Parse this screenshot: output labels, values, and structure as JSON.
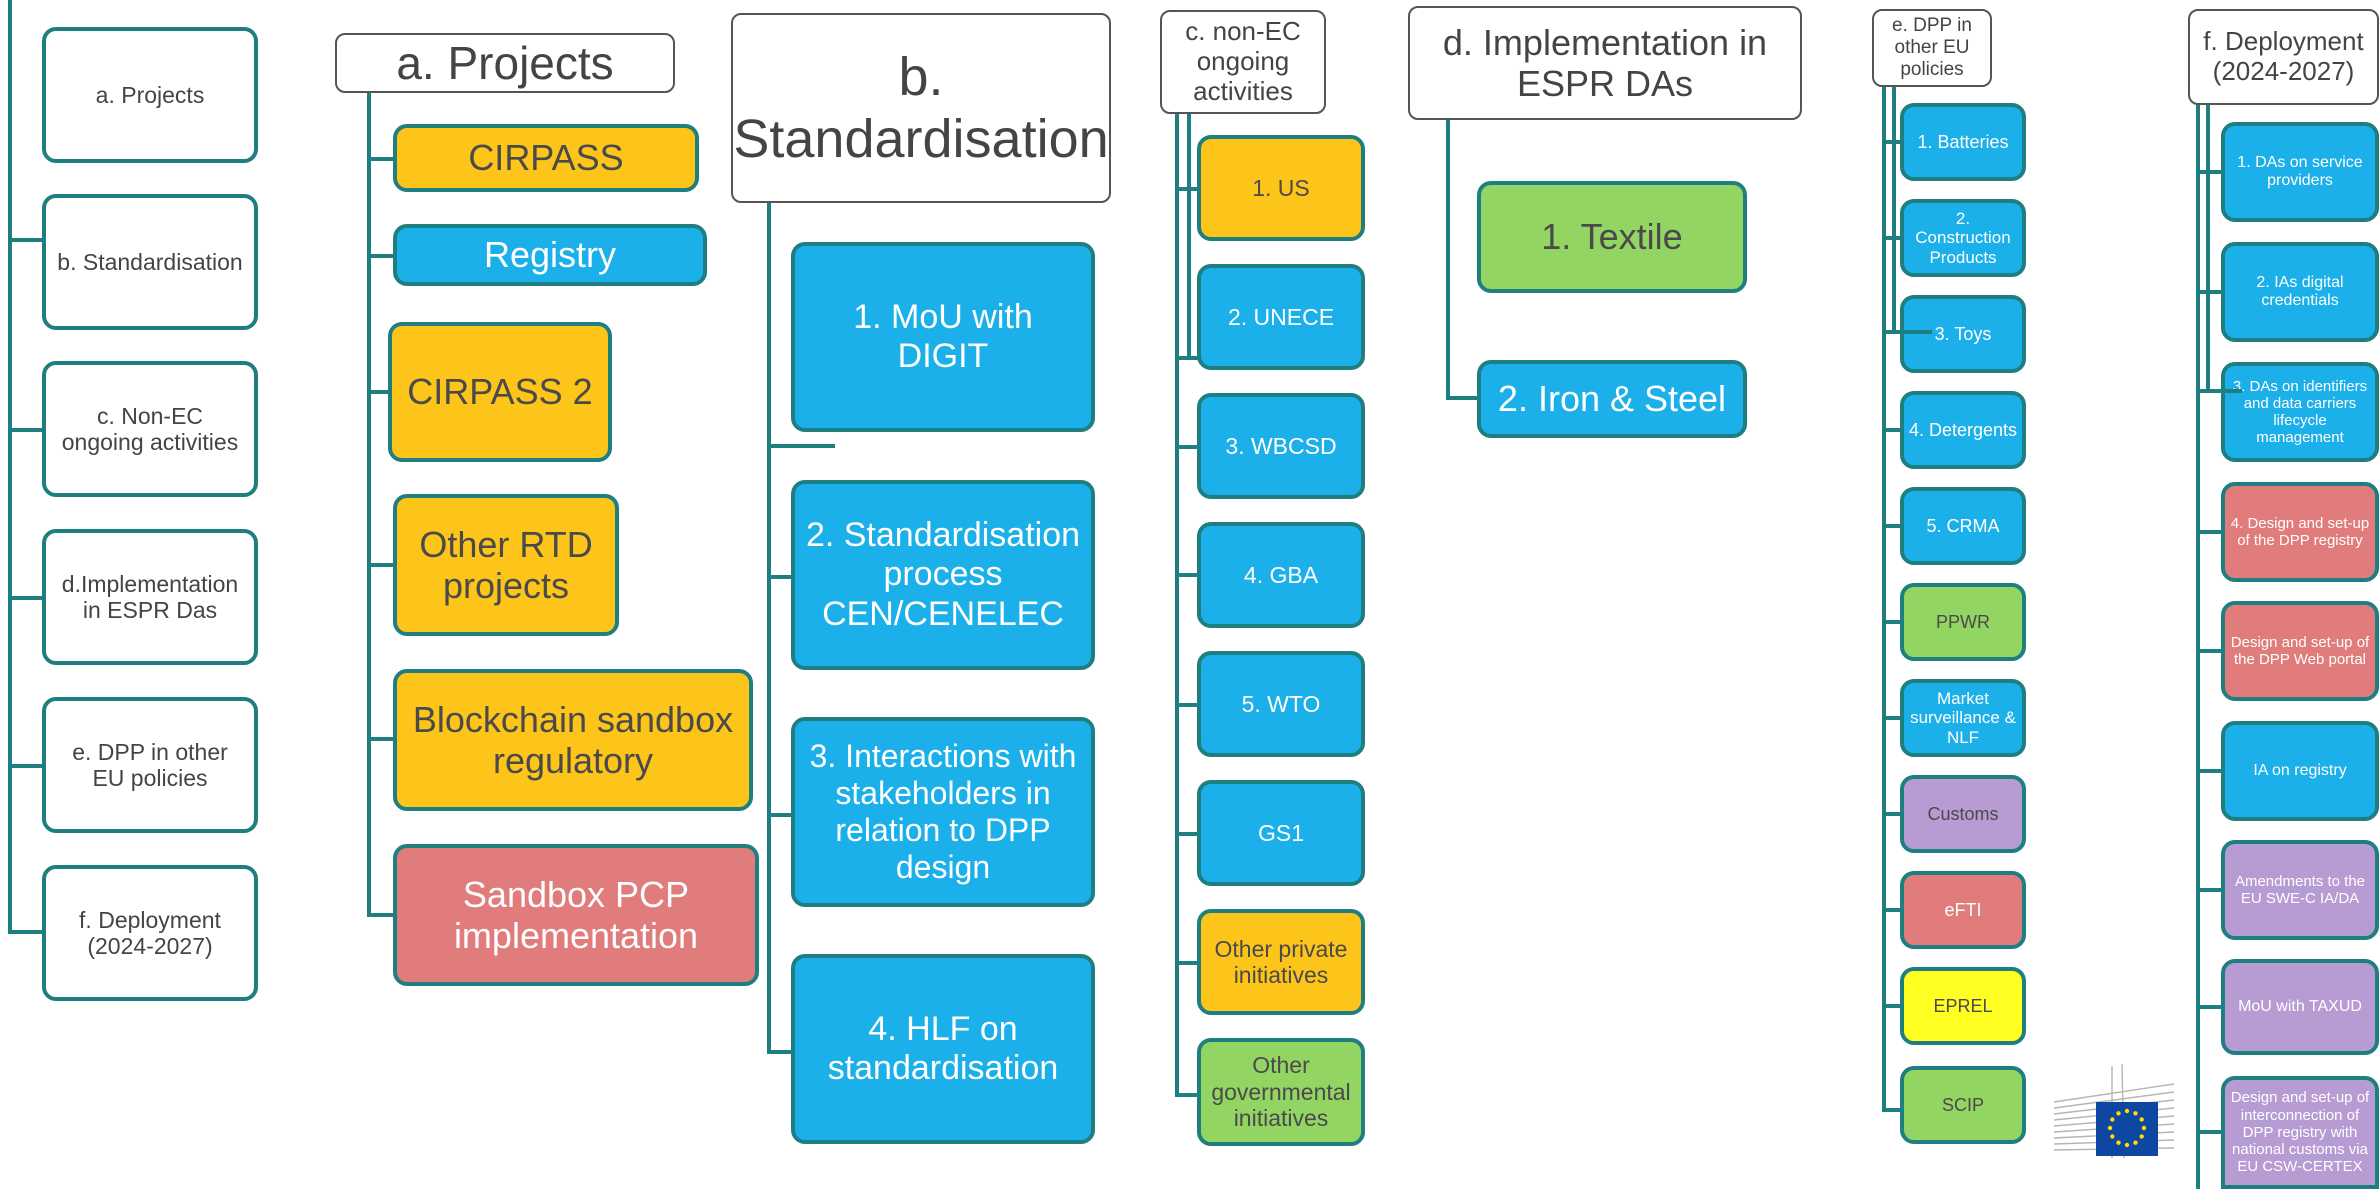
{
  "colors": {
    "line": "#1f7f80",
    "blue": "#1bb0e9",
    "yellow": "#fdc419",
    "red": "#e07c7c",
    "green": "#93d563",
    "purple": "#b79bd3",
    "bright_yellow": "#ffff22"
  },
  "overview": {
    "items": [
      "a. Projects",
      "b. Standardisation",
      "c. Non-EC ongoing activities",
      "d.Implementation in ESPR Das",
      "e. DPP in other EU policies",
      "f. Deployment (2024-2027)"
    ]
  },
  "projects": {
    "header": "a. Projects",
    "items": [
      "CIRPASS",
      "Registry",
      "CIRPASS 2",
      "Other RTD projects",
      "Blockchain sandbox regulatory",
      "Sandbox PCP implementation"
    ]
  },
  "standardisation": {
    "header": "b. Standardisation",
    "items": [
      "1. MoU with DIGIT",
      "2. Standardisation process CEN/CENELEC",
      "3. Interactions with stakeholders in relation to DPP design",
      "4. HLF on standardisation"
    ]
  },
  "non_ec": {
    "header": "c. non-EC ongoing activities",
    "items": [
      "1. US",
      "2. UNECE",
      "3. WBCSD",
      "4. GBA",
      "5. WTO",
      "GS1",
      "Other private initiatives",
      "Other governmental initiatives"
    ]
  },
  "implementation": {
    "header": "d. Implementation in ESPR DAs",
    "items": [
      "1. Textile",
      "2. Iron & Steel"
    ]
  },
  "dpp_policies": {
    "header": "e. DPP in other EU policies",
    "items": [
      "1. Batteries",
      "2. Construction Products",
      "3. Toys",
      "4. Detergents",
      "5. CRMA",
      "PPWR",
      "Market surveillance & NLF",
      "Customs",
      "eFTI",
      "EPREL",
      "SCIP"
    ]
  },
  "deployment": {
    "header": "f. Deployment (2024-2027)",
    "items": [
      "1. DAs on service providers",
      "2. IAs digital credentials",
      "3. DAs on identifiers and data carriers lifecycle management",
      "4. Design and set-up of the DPP registry",
      "Design and set-up of the DPP Web portal",
      "IA on registry",
      "Amendments to the EU SWE-C IA/DA",
      "MoU with TAXUD",
      "Design and set-up of interconnection of DPP registry with national customs via EU CSW-CERTEX"
    ]
  },
  "logo": {
    "icon": "european-commission-logo-icon"
  }
}
